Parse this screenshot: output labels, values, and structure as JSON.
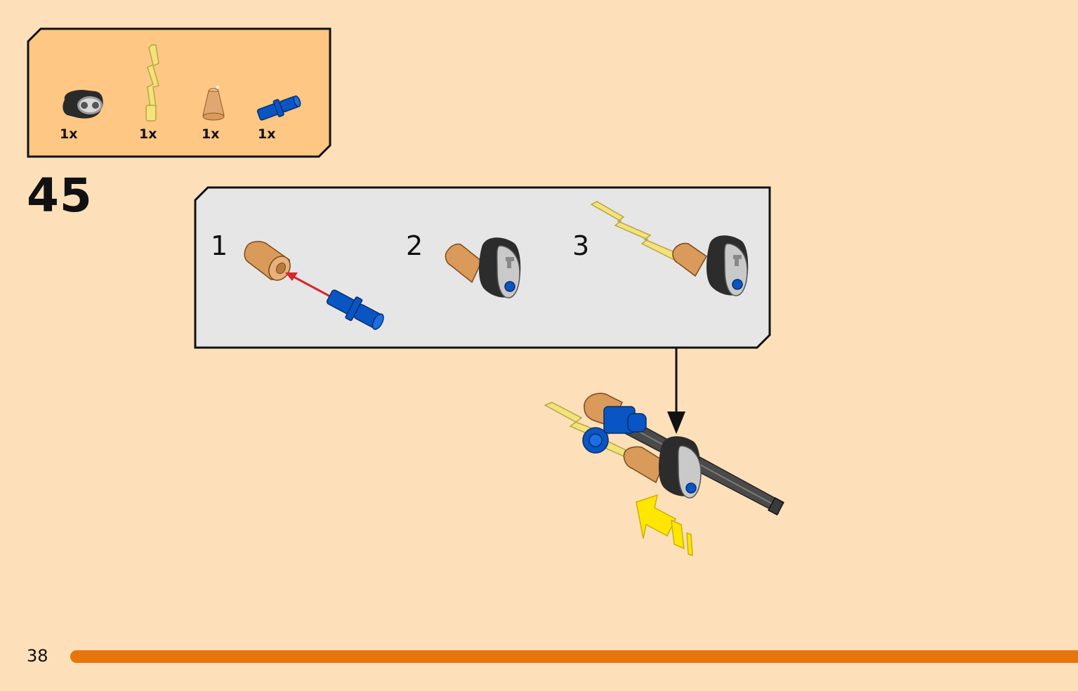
{
  "parts_list": {
    "items": [
      {
        "part": "black-beam-2-icon",
        "qty": "1x"
      },
      {
        "part": "lightning-bolt-icon",
        "qty": "1x"
      },
      {
        "part": "tan-cone-icon",
        "qty": "1x"
      },
      {
        "part": "blue-pin-icon",
        "qty": "1x"
      }
    ]
  },
  "step": {
    "number": "45"
  },
  "sub_steps": [
    {
      "number": "1"
    },
    {
      "number": "2"
    },
    {
      "number": "3"
    }
  ],
  "page": {
    "number": "38"
  },
  "colors": {
    "background": "#fde0b9",
    "parts_box": "#fec784",
    "sub_box": "#e6e6e6",
    "progress": "#e8740c",
    "arrow_red": "#d7262e",
    "arrow_yellow": "#ffe600",
    "lego_blue": "#0a55c4",
    "lego_tan": "#d99a5a",
    "lego_black": "#2c2c2c",
    "lightning": "#f4e27a"
  }
}
